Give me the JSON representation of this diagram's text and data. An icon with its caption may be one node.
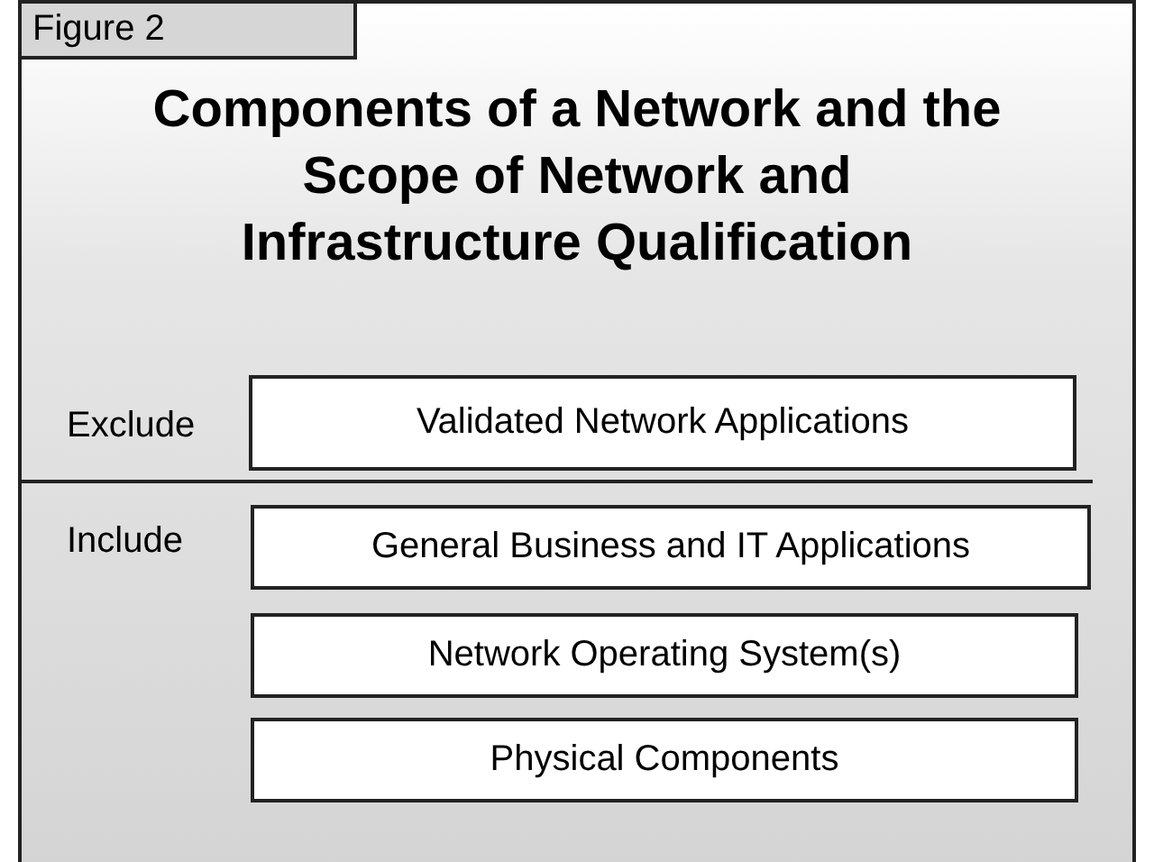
{
  "diagram": {
    "title": "Components of a Network and the Scope of Network and Infrastructure Qualification",
    "nodes": [
      {
        "text": [
          "Validated Network Applications"
        ]
      },
      {
        "text": [
          "General Business and IT Applications"
        ]
      },
      {
        "text": [
          "Network Operating System(s)"
        ]
      },
      {
        "text": [
          "Physical Components"
        ]
      }
    ],
    "labels": [
      "Figure 2",
      "Exclude",
      "Include"
    ]
  }
}
